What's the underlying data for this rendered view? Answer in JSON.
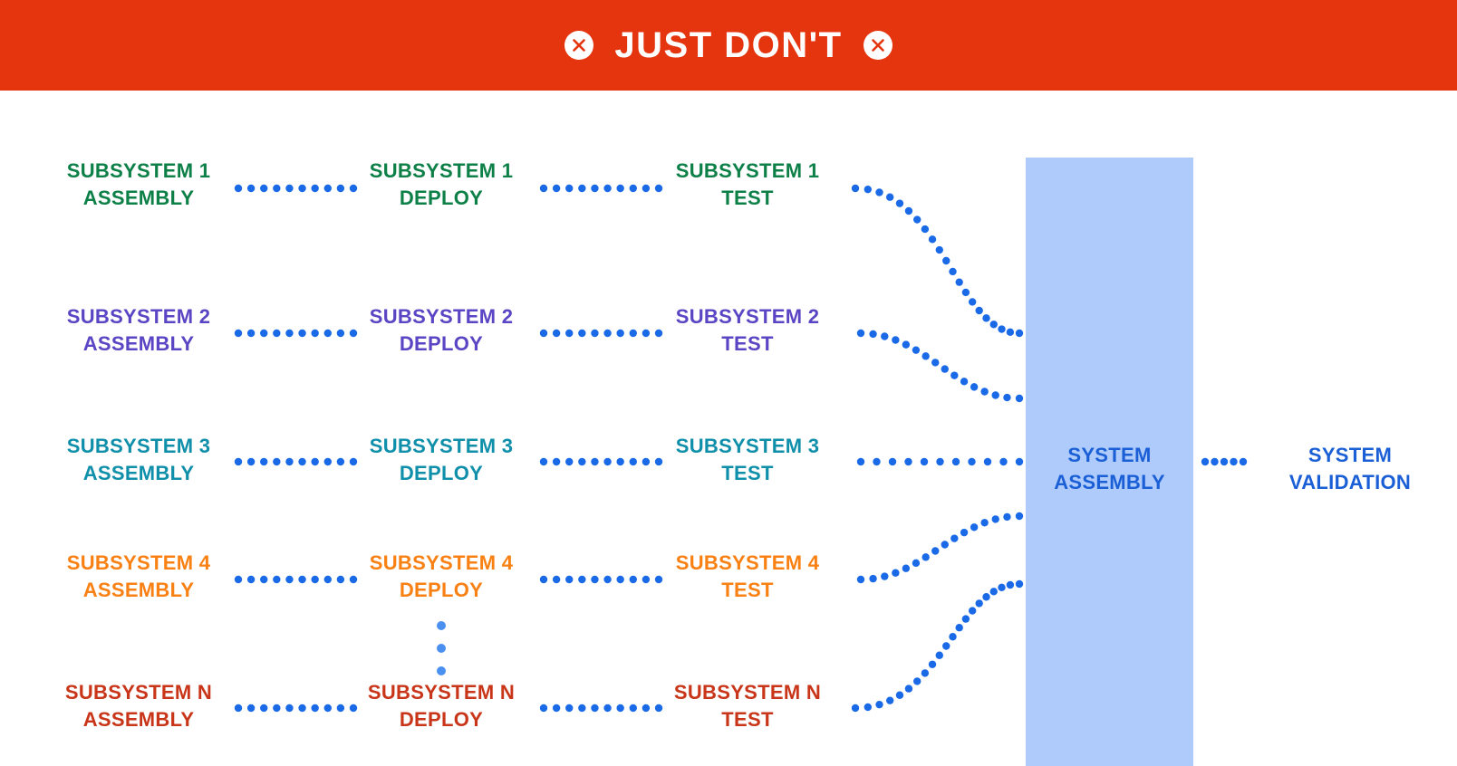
{
  "banner": {
    "title": "JUST DON'T",
    "background_color": "#e4350f",
    "text_color": "#ffffff",
    "left_icon": "x-circle-icon",
    "right_icon": "x-circle-icon"
  },
  "diagram": {
    "type": "flow-diagram",
    "connector_color": "#1a6ae8",
    "connector_style": "dotted",
    "columns": [
      "ASSEMBLY",
      "DEPLOY",
      "TEST"
    ],
    "rows": [
      {
        "id": "subsystem-1",
        "color": "#0d8048",
        "assembly": "SUBSYSTEM 1\nASSEMBLY",
        "deploy": "SUBSYSTEM 1\nDEPLOY",
        "test": "SUBSYSTEM 1\nTEST"
      },
      {
        "id": "subsystem-2",
        "color": "#5b45c4",
        "assembly": "SUBSYSTEM 2\nASSEMBLY",
        "deploy": "SUBSYSTEM 2\nDEPLOY",
        "test": "SUBSYSTEM 2\nTEST"
      },
      {
        "id": "subsystem-3",
        "color": "#0f8faa",
        "assembly": "SUBSYSTEM 3\nASSEMBLY",
        "deploy": "SUBSYSTEM 3\nDEPLOY",
        "test": "SUBSYSTEM 3\nTEST"
      },
      {
        "id": "subsystem-4",
        "color": "#f98012",
        "assembly": "SUBSYSTEM 4\nASSEMBLY",
        "deploy": "SUBSYSTEM 4\nDEPLOY",
        "test": "SUBSYSTEM 4\nTEST"
      },
      {
        "id": "subsystem-n",
        "color": "#c93519",
        "assembly": "SUBSYSTEM N\nASSEMBLY",
        "deploy": "SUBSYSTEM N\nDEPLOY",
        "test": "SUBSYSTEM N\nTEST"
      }
    ],
    "ellipsis": {
      "label": "vertical-ellipsis",
      "dot_count": 3,
      "color": "#4a90f0"
    },
    "system_assembly": {
      "label": "SYSTEM\nASSEMBLY",
      "color": "#1a5fd6",
      "box_color": "#aecbfb"
    },
    "system_validation": {
      "label": "SYSTEM\nVALIDATION",
      "color": "#1a5fd6"
    }
  }
}
